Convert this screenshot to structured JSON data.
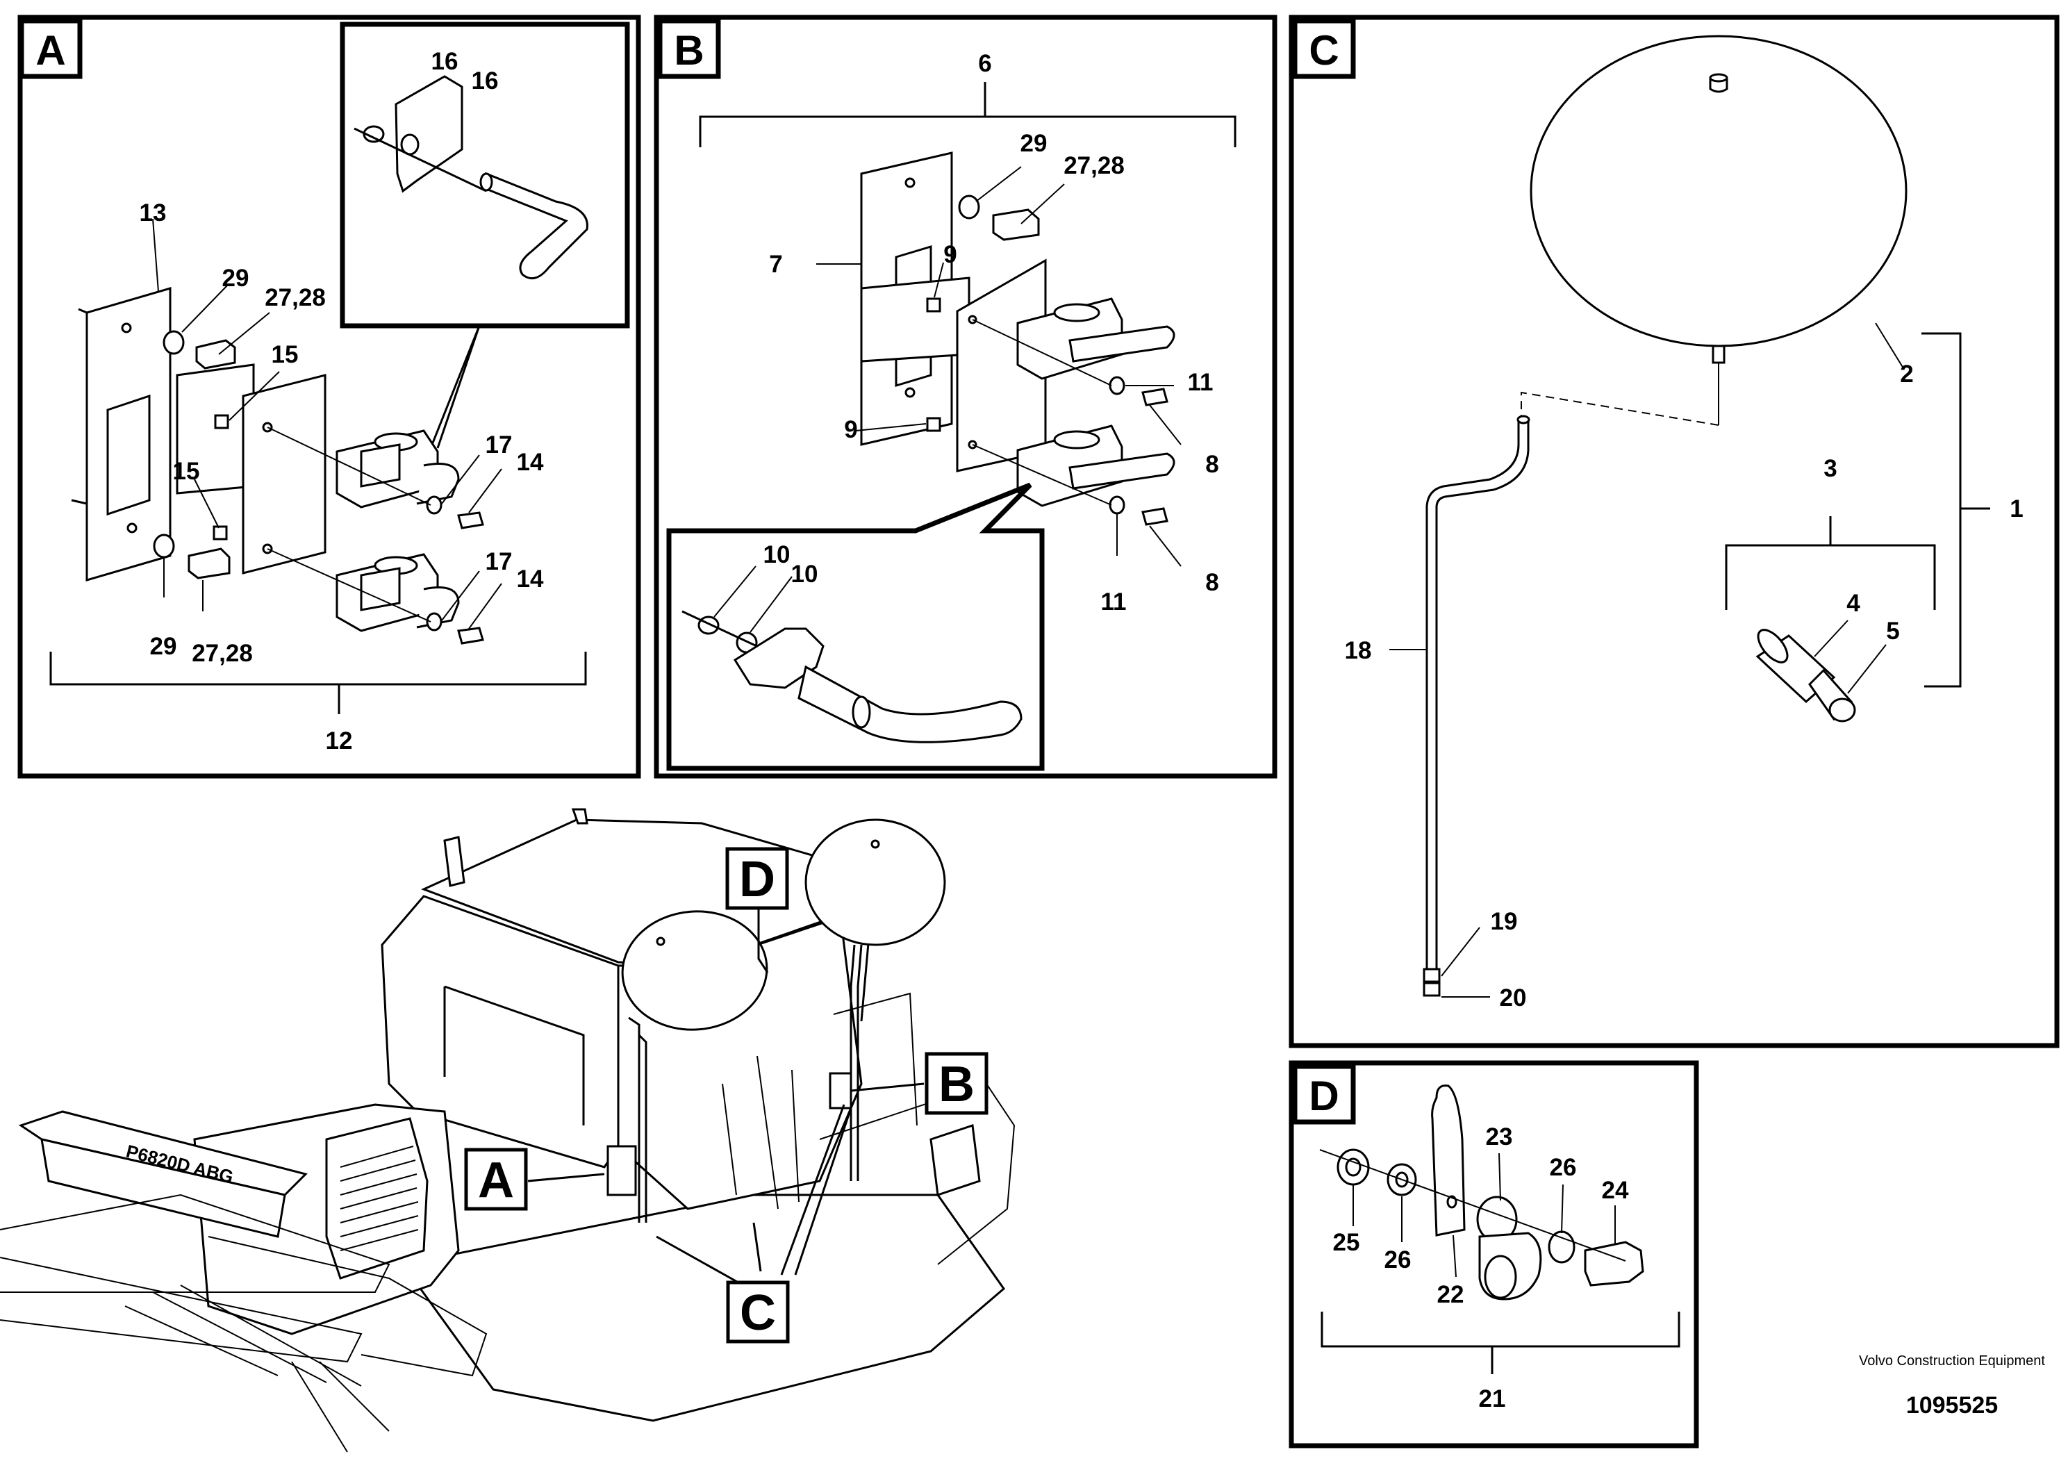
{
  "panels": {
    "a": {
      "letter": "A",
      "callouts": {
        "c16a": "16",
        "c16b": "16",
        "c13": "13",
        "c29a": "29",
        "c2728a": "27,28",
        "c15a": "15",
        "c15b": "15",
        "c17a": "17",
        "c14a": "14",
        "c17b": "17",
        "c14b": "14",
        "c29b": "29",
        "c2728b": "27,28",
        "c12": "12"
      }
    },
    "b": {
      "letter": "B",
      "callouts": {
        "c6": "6",
        "c29": "29",
        "c2728": "27,28",
        "c7": "7",
        "c9a": "9",
        "c9b": "9",
        "c11a": "11",
        "c8a": "8",
        "c10a": "10",
        "c10b": "10",
        "c11b": "11",
        "c8b": "8"
      }
    },
    "c": {
      "letter": "C",
      "callouts": {
        "c2": "2",
        "c3": "3",
        "c1": "1",
        "c4": "4",
        "c5": "5",
        "c18": "18",
        "c19": "19",
        "c20": "20"
      }
    },
    "d": {
      "letter": "D",
      "callouts": {
        "c23": "23",
        "c26a": "26",
        "c24": "24",
        "c25": "25",
        "c26b": "26",
        "c22": "22",
        "c21": "21"
      }
    }
  },
  "overview": {
    "labels": {
      "a": "A",
      "b": "B",
      "c": "C",
      "d": "D"
    },
    "model_text": "P6820D ABG"
  },
  "footer": {
    "company": "Volvo Construction Equipment",
    "drawing_number": "1095525"
  }
}
